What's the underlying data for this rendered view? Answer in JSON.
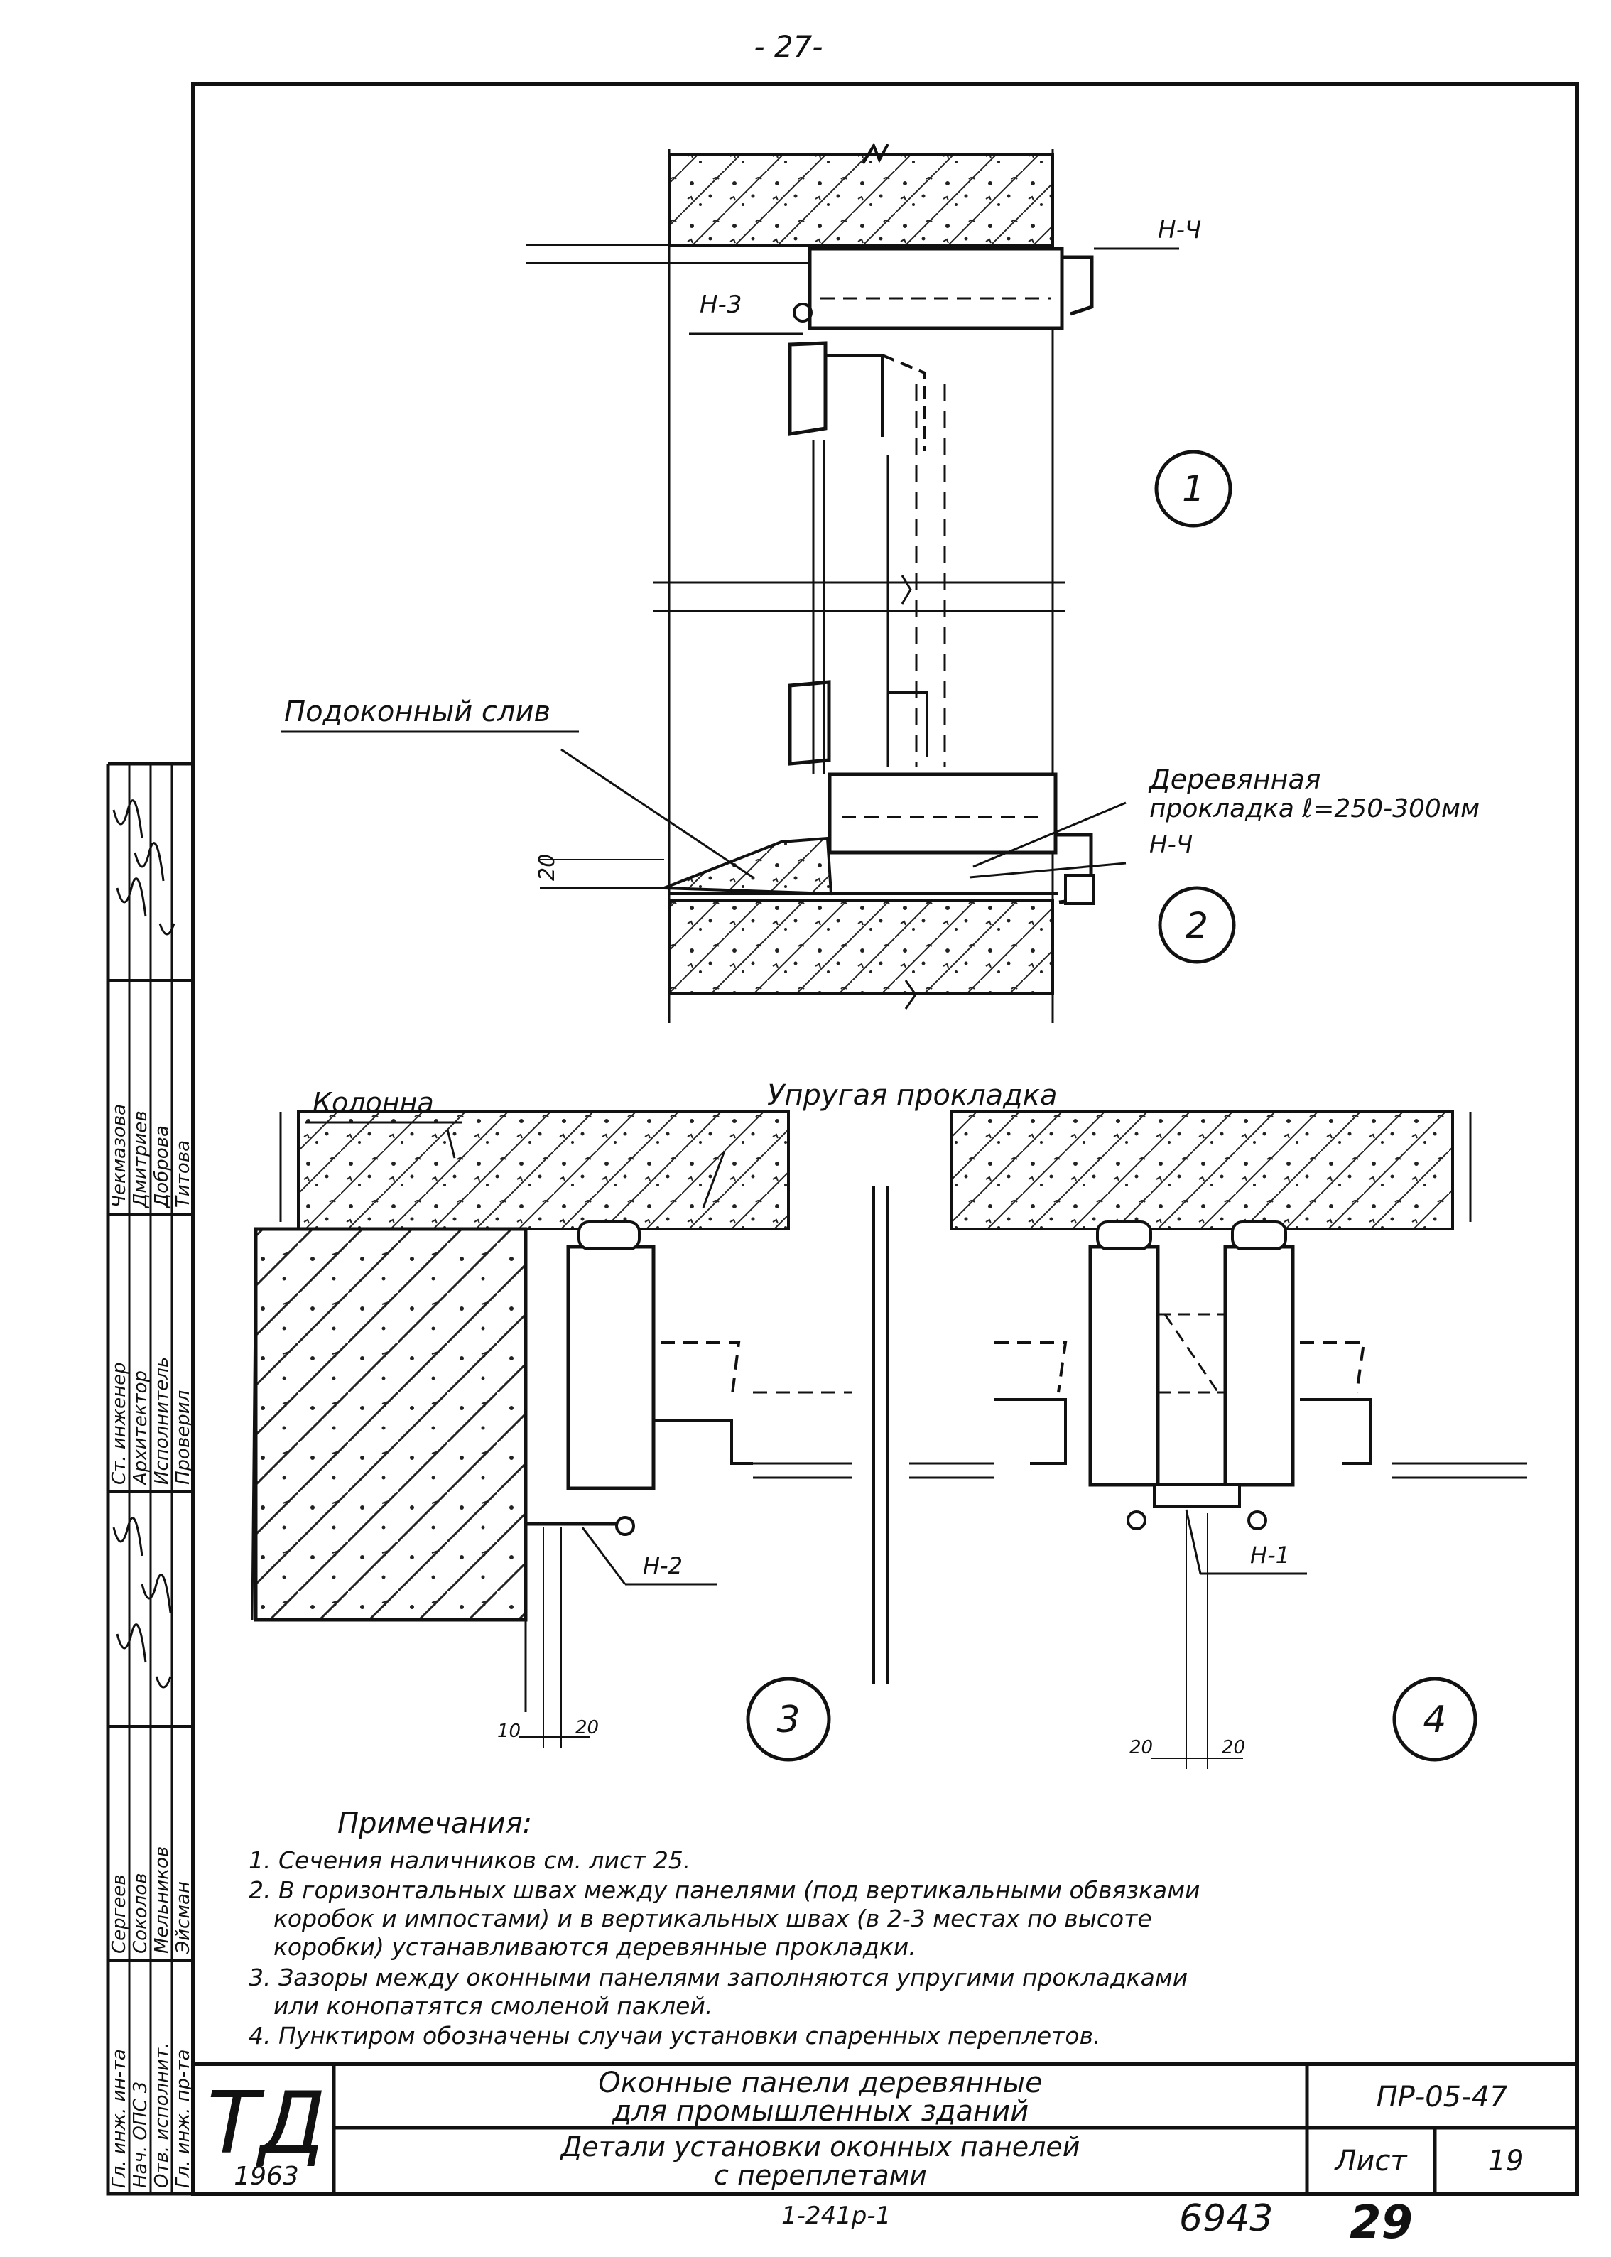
{
  "page_number": "- 27-",
  "labels": {
    "n4_top": "Н-Ч",
    "n3": "Н-3",
    "podokonny": "Подоконный слив",
    "derev1": "Деревянная",
    "derev2": "прокладка ℓ=250-300мм",
    "n4_bottom": "Н-Ч",
    "dim20_vert": "20",
    "kolonna": "Колонна",
    "uprugaya": "Упругая прокладка",
    "n2": "Н-2",
    "n1": "Н-1",
    "dim10": "10",
    "dim20a": "20",
    "dim20b": "20",
    "dim20c": "20"
  },
  "callouts": [
    "1",
    "2",
    "3",
    "4"
  ],
  "notes": {
    "title": "Примечания:",
    "lines": [
      "1. Сечения наличников см. лист 25.",
      "2. В горизонтальных швах между панелями (под вертикальными обвязками",
      "коробок и импостами) и в вертикальных швах (в 2-3 местах по высоте",
      "коробки) устанавливаются деревянные прокладки.",
      "3. Зазоры между оконными панелями заполняются упругими прокладками",
      "или конопатятся смоленой паклей.",
      "4. Пунктиром обозначены случаи установки спаренных переплетов."
    ]
  },
  "title_block": {
    "logo": "ТД",
    "year": "1963",
    "title_line1": "Оконные панели деревянные",
    "title_line2": "для промышленных зданий",
    "subtitle_line1": "Детали установки оконных панелей",
    "subtitle_line2": "с переплетами",
    "code": "ПР-05-47",
    "sheet_label": "Лист",
    "sheet_number": "19"
  },
  "side_stamp": {
    "roles": [
      "Гл. инж. ин-та",
      "Нач. ОПС 3",
      "Отв. исполнит.",
      "Гл. инж. пр-та"
    ],
    "names": [
      "Сергеев",
      "Соколов",
      "Мельников",
      "Эйсман"
    ],
    "positions": [
      "Ст. инженер",
      "Архитектор",
      "Исполнитель",
      "Проверил"
    ],
    "names2": [
      "Чекмазова",
      "Дмитриев",
      "Доброва",
      "Титова"
    ]
  },
  "footer": {
    "code": "1-241р-1",
    "number": "6943",
    "page": "29"
  }
}
